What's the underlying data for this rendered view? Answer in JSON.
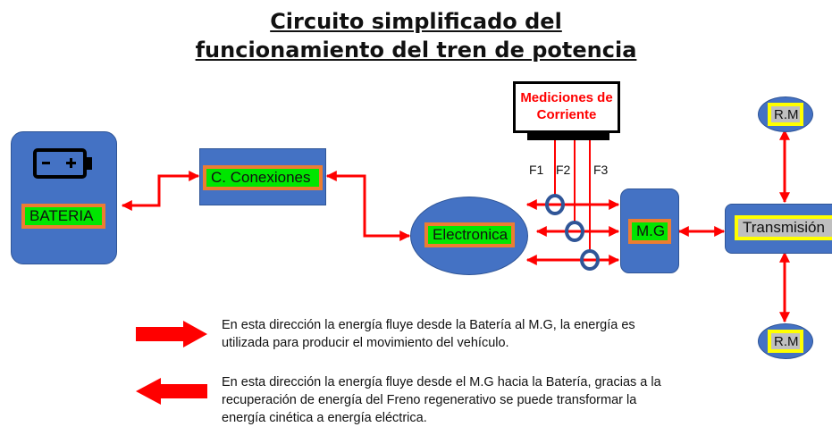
{
  "title": {
    "line1": "Circuito simplificado del",
    "line2": "funcionamiento del tren de potencia"
  },
  "nodes": {
    "bateria": "BATERIA",
    "conexiones": "C. Conexiones",
    "electronica": "Electronica",
    "mg": "M.G",
    "transmision": "Transmisión",
    "rm_top": "R.M",
    "rm_bottom": "R.M",
    "mediciones": "Mediciones de Corriente"
  },
  "sensors": [
    "F1",
    "F2",
    "F3"
  ],
  "legend": {
    "forward": "En esta dirección la energía fluye desde la Batería al M.G, la energía es utilizada para producir el movimiento del vehículo.",
    "backward": "En esta dirección la energía fluye desde el M.G hacia la Batería, gracias a la recuperación de energía del Freno regenerativo se puede transformar la energía cinética a energía eléctrica."
  },
  "colors": {
    "block_blue": "#4472c4",
    "label_green": "#00e600",
    "label_border_orange": "#ed7d31",
    "arrow_red": "#ff0000",
    "label_grey": "#bfbfbf",
    "label_border_yellow": "#ffff00",
    "monitor_text": "#ff0000"
  }
}
